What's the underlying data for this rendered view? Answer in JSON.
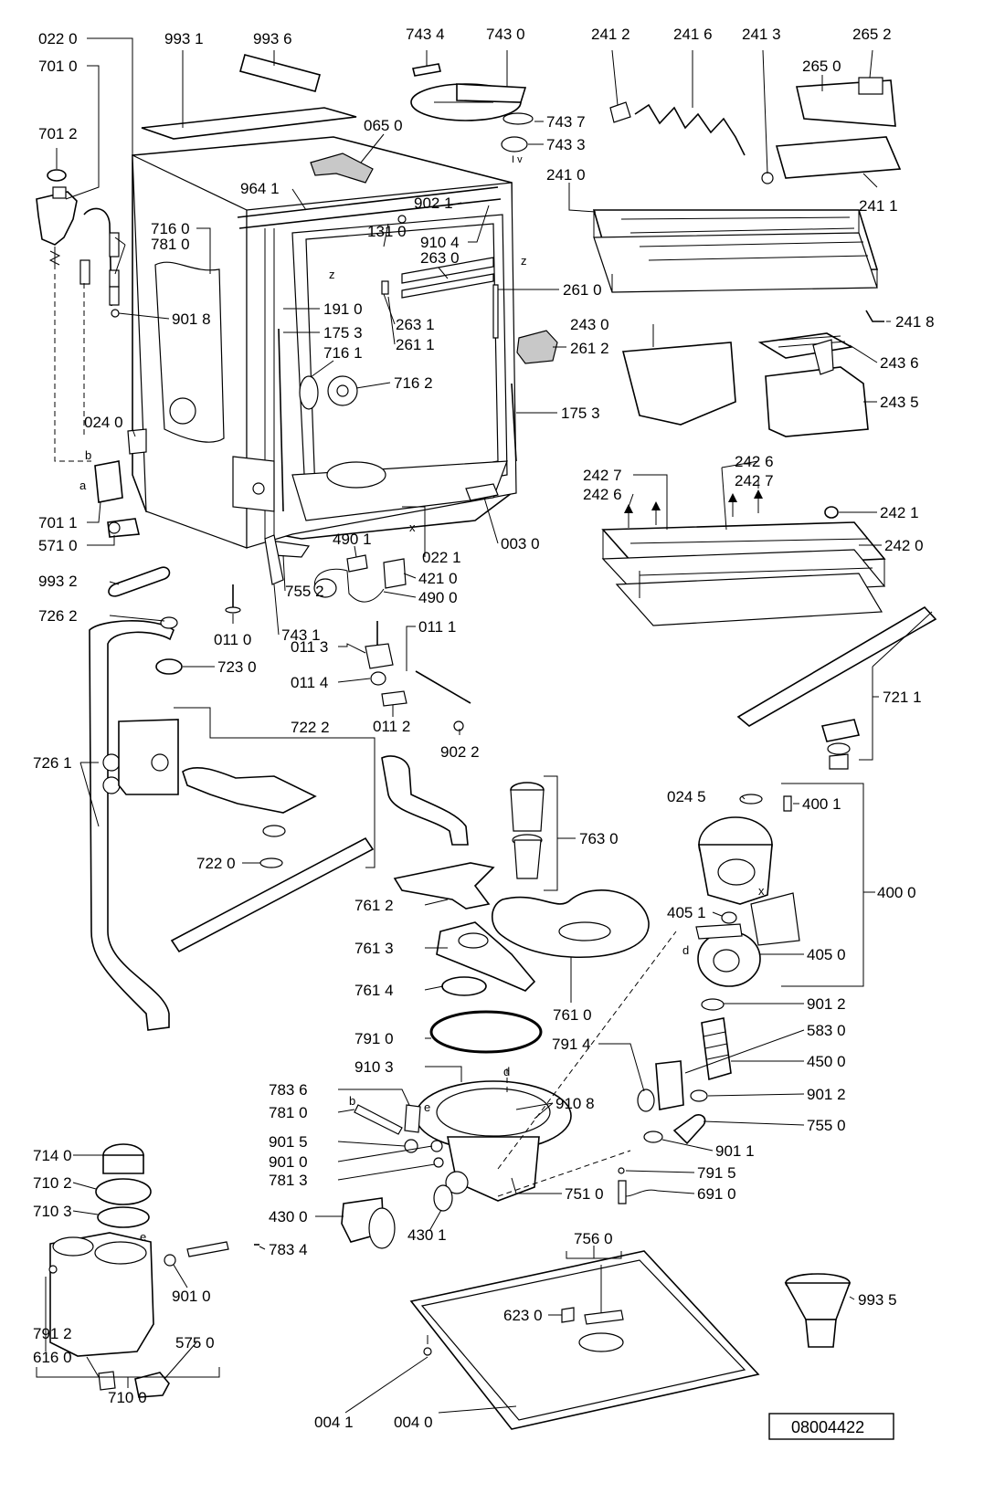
{
  "labels": {
    "l0220": "022 0",
    "l9931": "993 1",
    "l9936": "993 6",
    "l7434": "743 4",
    "l7430": "743 0",
    "l2412": "241 2",
    "l2416": "241 6",
    "l2413": "241 3",
    "l2652": "265 2",
    "l2650": "265 0",
    "l7010": "701 0",
    "l7012": "701 2",
    "l0650": "065 0",
    "l7437": "743 7",
    "l7433": "743 3",
    "l2410": "241 0",
    "l2411": "241 1",
    "l9641": "964 1",
    "l9021": "902 1",
    "l9104": "910 4",
    "l7160": "716 0",
    "l7810": "781 0",
    "l1310": "131 0",
    "l2630": "263 0",
    "l2610": "261 0",
    "l9018": "901 8",
    "l1910": "191 0",
    "l1753a": "175 3",
    "l2631": "263 1",
    "l2611": "261 1",
    "l7161": "716 1",
    "l2430": "243 0",
    "l2612": "261 2",
    "l2418": "241 8",
    "l2436": "243 6",
    "l7162": "716 2",
    "l2435": "243 5",
    "l0240": "024 0",
    "l1753b": "175 3",
    "l2427a": "242 7",
    "l2426a": "242 6",
    "l2426b": "242 6",
    "l2427b": "242 7",
    "l7011": "701 1",
    "l5710": "571 0",
    "l4901": "490 1",
    "l0221": "022 1",
    "l0030": "003 0",
    "l2421": "242 1",
    "l2420": "242 0",
    "l9932": "993 2",
    "l4210": "421 0",
    "l4900": "490 0",
    "l7552": "755 2",
    "l7262": "726 2",
    "l0110": "011 0",
    "l7431": "743 1",
    "l0111": "011 1",
    "l7230": "723 0",
    "l0113": "011 3",
    "l0114": "011 4",
    "l0112": "011 2",
    "l7211": "721 1",
    "l7222": "722 2",
    "l9022": "902 2",
    "l7261": "726 1",
    "l0245": "024 5",
    "l4001": "400 1",
    "l7630": "763 0",
    "l7220": "722 0",
    "l4000": "400 0",
    "l7612": "761 2",
    "l4051": "405 1",
    "l7613": "761 3",
    "l4050": "405 0",
    "l7614": "761 4",
    "l7610": "761 0",
    "l9012a": "901 2",
    "l7910": "791 0",
    "l5830": "583 0",
    "l7914": "791 4",
    "l9103": "910 3",
    "l4500": "450 0",
    "l7836": "783 6",
    "l9108": "910 8",
    "l9012b": "901 2",
    "l7810b": "781 0",
    "l7550": "755 0",
    "l9015": "901 5",
    "l9011": "901 1",
    "l7140": "714 0",
    "l9010a": "901 0",
    "l7915": "791 5",
    "l7813": "781 3",
    "l7510": "751 0",
    "l6910": "691 0",
    "l7102": "710 2",
    "l4300": "430 0",
    "l4301": "430 1",
    "l7103": "710 3",
    "l7834": "783 4",
    "l7560": "756 0",
    "l9935": "993 5",
    "l9010b": "901 0",
    "l6230": "623 0",
    "l7912": "791 2",
    "l5750": "575 0",
    "l6160": "616 0",
    "l7100": "710 0",
    "l0041": "004 1",
    "l0040": "004 0",
    "sm_b1": "b",
    "sm_a1": "a",
    "sm_z1": "z",
    "sm_z2": "z",
    "sm_x1": "x",
    "sm_x2": "x",
    "sm_d1": "d",
    "sm_d2": "d",
    "sm_e1": "e",
    "sm_e2": "e",
    "sm_b2": "b",
    "sm_iv": "I v"
  },
  "reference": "08004422"
}
